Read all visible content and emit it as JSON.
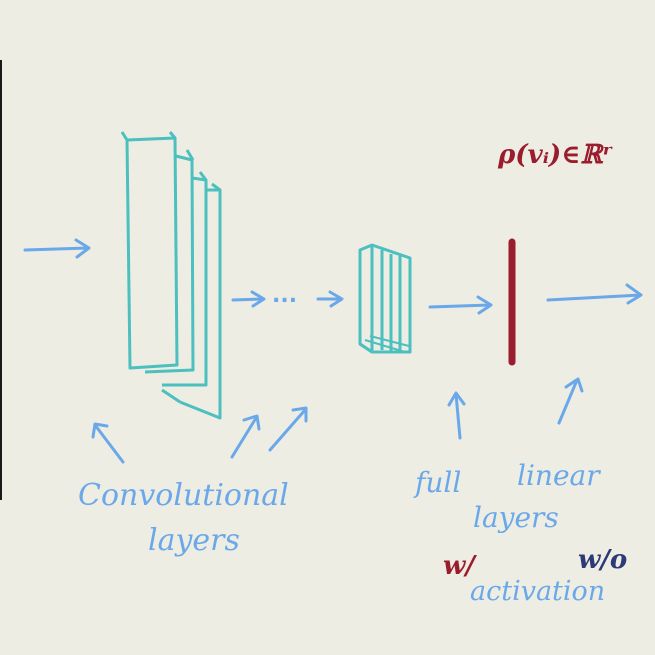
{
  "labels": {
    "convolutional": "Convolutional",
    "layers_left": "layers",
    "full": "full",
    "linear": "linear",
    "layers_right": "layers",
    "with": "w/",
    "without": "w/o",
    "activation": "activation",
    "output": "ρ(vᵢ)∈ℝʳ",
    "dots": "..."
  },
  "colors": {
    "background": "#eeede3",
    "teal": "#4cbfbf",
    "arrow_blue": "#6aa8ea",
    "dark_red": "#9a1d2e",
    "navy": "#2c3a78",
    "edge_line": "#1a1a1a"
  },
  "icons": {
    "input_arrow": "arrow-right",
    "output_arrow": "arrow-right"
  }
}
